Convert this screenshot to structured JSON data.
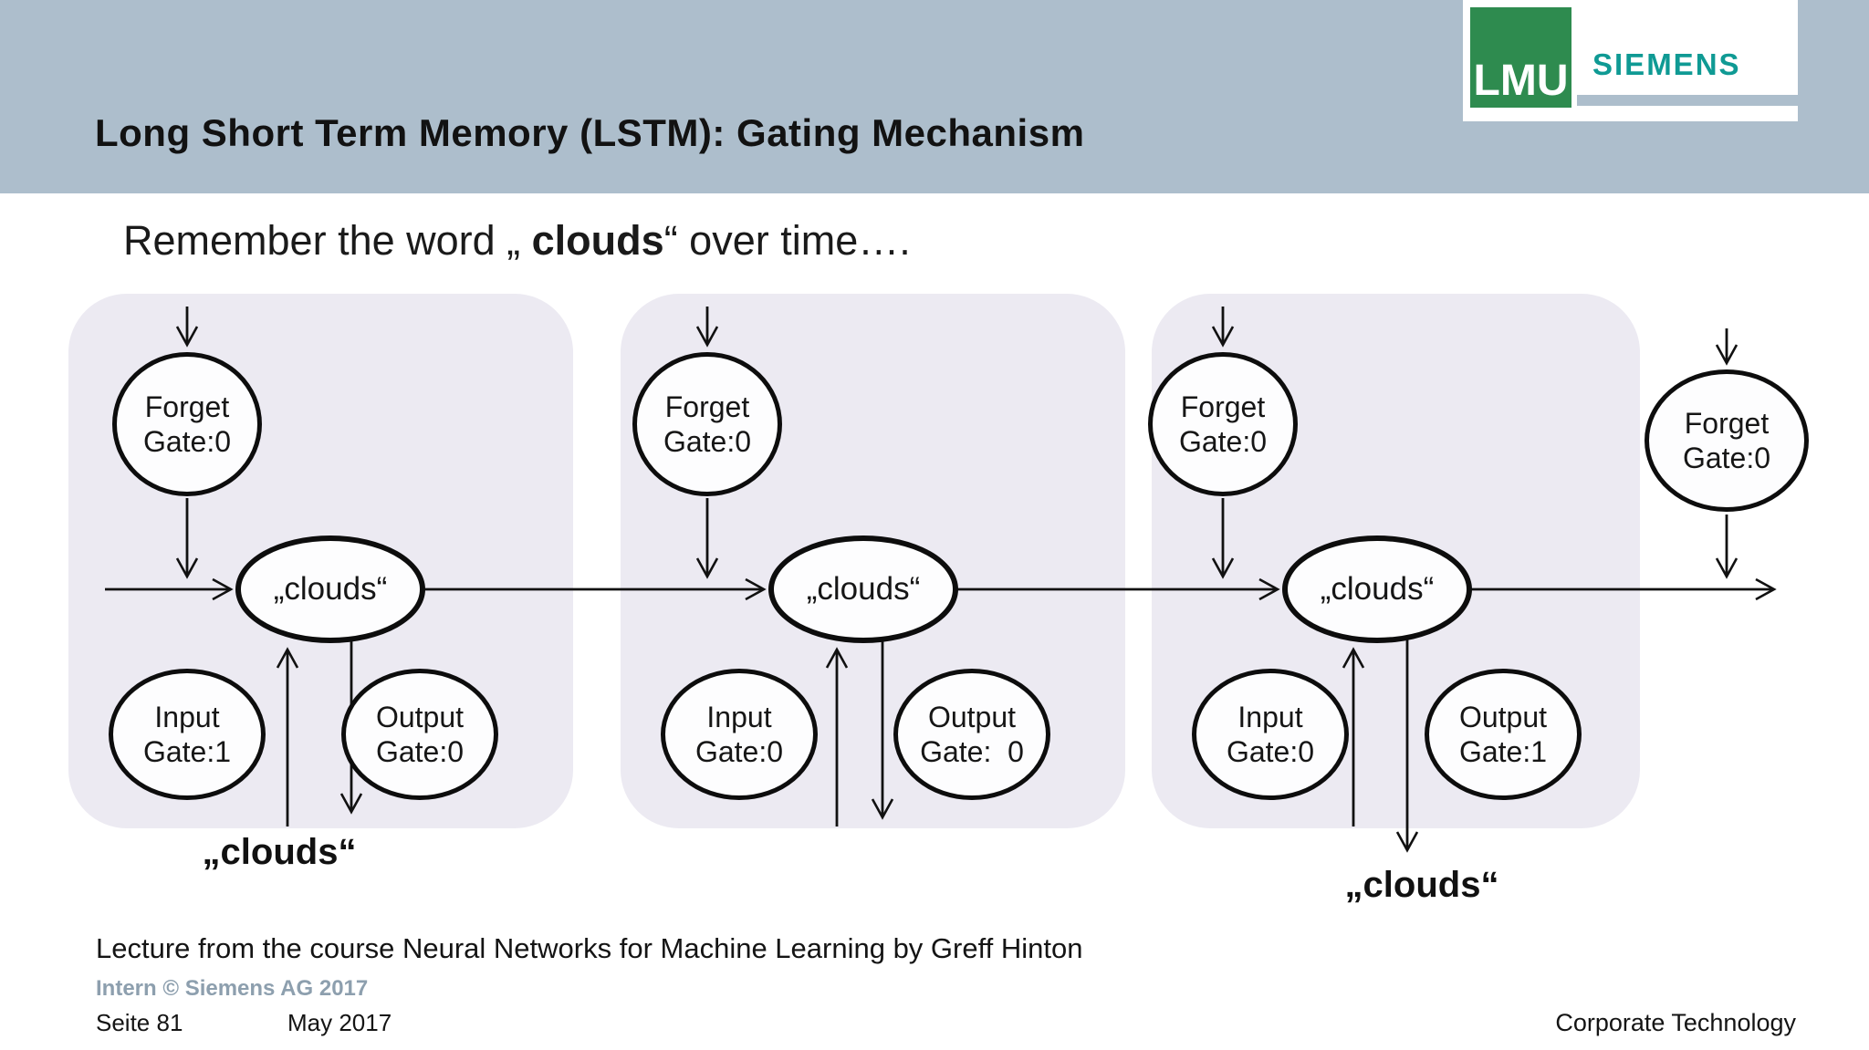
{
  "header": {
    "title": "Long Short Term Memory (LSTM): Gating Mechanism"
  },
  "logos": {
    "lmu": "LMU",
    "siemens": "SIEMENS"
  },
  "subtitle": {
    "prefix": "Remember the word „ ",
    "word": "clouds",
    "suffix": "“ over time…."
  },
  "diagram": {
    "blocks": [
      {
        "forget_gate": "Forget\nGate:0",
        "cell_word": "„clouds“",
        "input_gate": "Input\nGate:1",
        "output_gate": "Output\nGate:0",
        "below_label": "„clouds“"
      },
      {
        "forget_gate": "Forget\nGate:0",
        "cell_word": "„clouds“",
        "input_gate": "Input\nGate:0",
        "output_gate": "Output\nGate:  0"
      },
      {
        "forget_gate": "Forget\nGate:0",
        "cell_word": "„clouds“",
        "input_gate": "Input\nGate:0",
        "output_gate": "Output\nGate:1",
        "below_label": "„clouds“"
      }
    ],
    "trailing_forget_gate": "Forget\nGate:0"
  },
  "footer": {
    "credit": "Lecture from the course Neural Networks for Machine Learning by Greff Hinton",
    "confidential": "Intern © Siemens AG 2017",
    "page": "Seite 81",
    "date": "May 2017",
    "department": "Corporate Technology"
  },
  "colors": {
    "header_bg": "#adbecc",
    "block_bg": "#eceaf2",
    "lmu_green": "#2e8b4f",
    "siemens_teal": "#0f9a94",
    "confidential_gray": "#8d9fae"
  }
}
